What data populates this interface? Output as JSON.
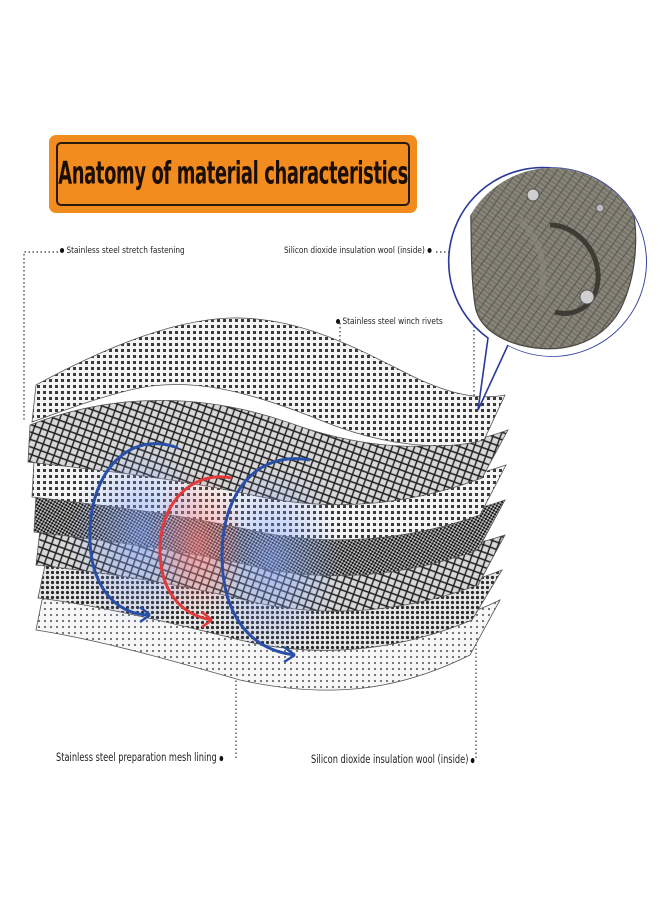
{
  "title": "Anatomy of material characteristics",
  "labels": {
    "top_left": "Stainless steel stretch fastening",
    "top_right": "Silicon dioxide insulation wool (inside)",
    "middle_right": "Stainless steel winch rivets",
    "bottom_left": "Stainless steel preparation mesh lining",
    "bottom_right": "Silicon dioxide insulation wool (inside)"
  },
  "colors": {
    "banner": "#f28c1e",
    "blue_ring": "#2a4fa8",
    "red_ring": "#e23a3a",
    "fabric": "#6d6a5f"
  },
  "icons": {
    "product": "turbo-heat-shield-blanket-photo"
  }
}
